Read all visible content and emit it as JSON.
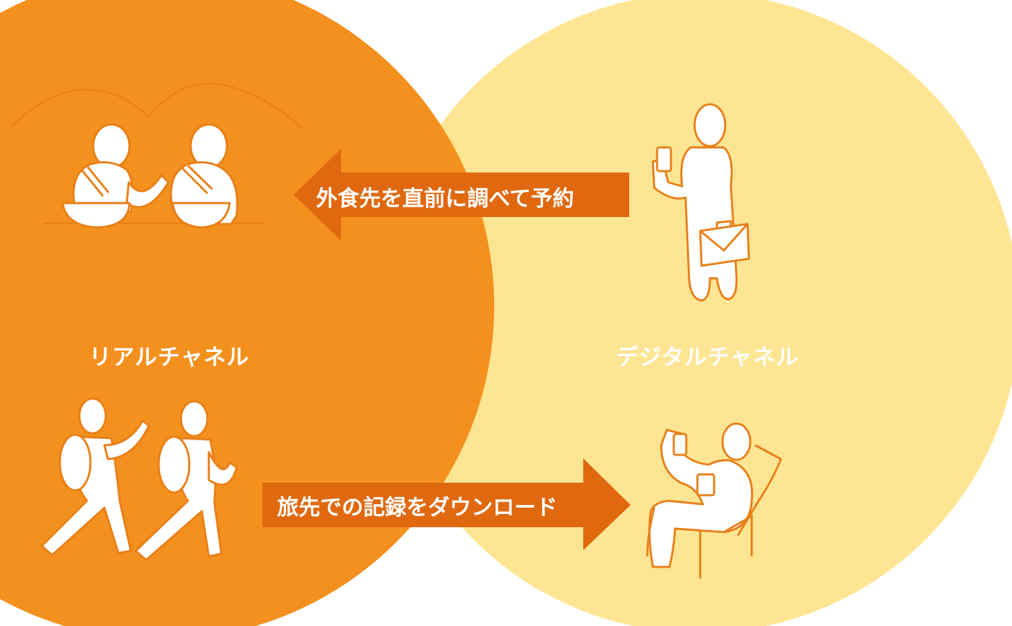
{
  "colors": {
    "orange": "#f4901d",
    "yellow": "#fde593",
    "arrow": "#e0690f",
    "figure_stroke": "#e8801a",
    "white": "#ffffff"
  },
  "labels": {
    "real_channel": "リアルチャネル",
    "digital_channel": "デジタルチャネル"
  },
  "arrows": {
    "to_real": "外食先を直前に調べて予約",
    "to_digital": "旅先での記録をダウンロード"
  },
  "icons": [
    "diners-at-table-icon",
    "businessman-with-phone-icon",
    "walking-travelers-icon",
    "relaxing-person-with-phone-icon"
  ]
}
